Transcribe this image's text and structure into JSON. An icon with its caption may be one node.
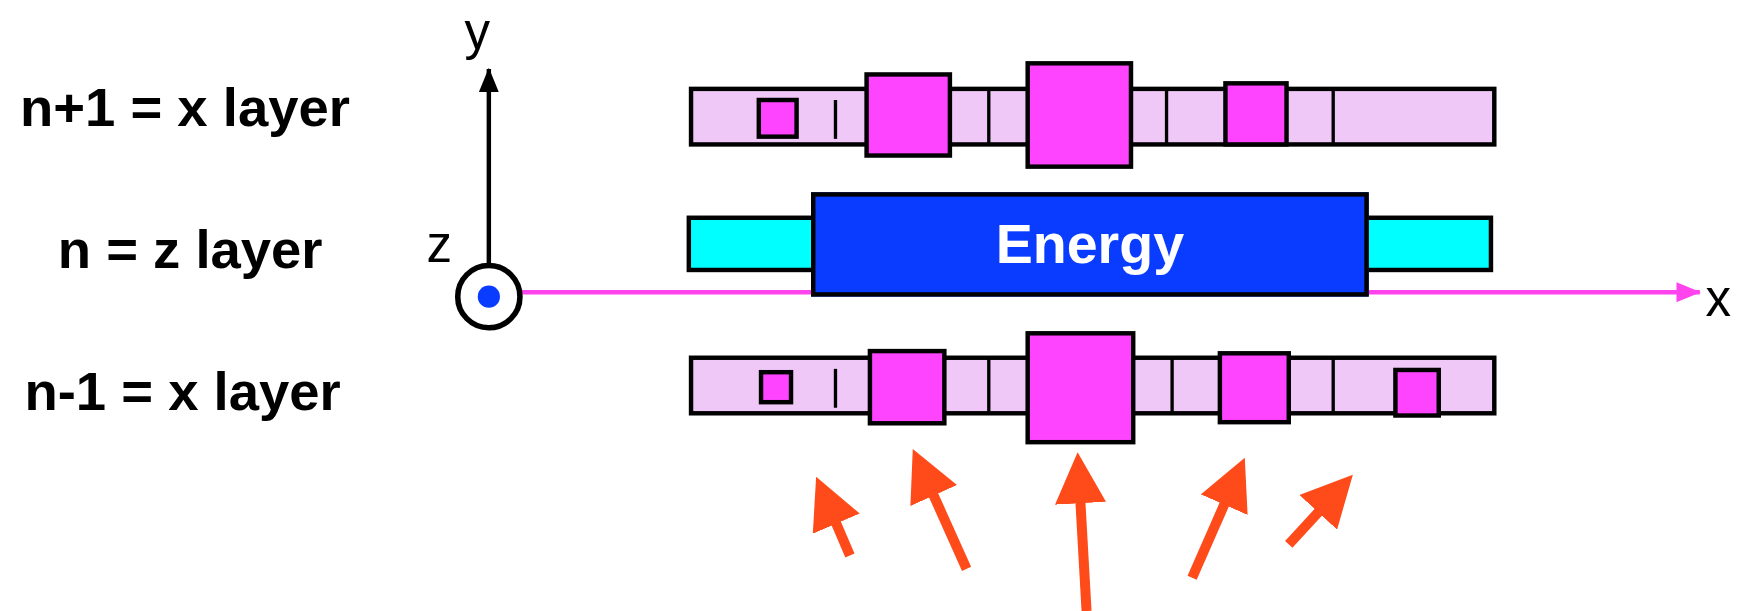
{
  "diagram": {
    "nodes": [
      {
        "text": [
          "Energy"
        ]
      }
    ],
    "edges": [],
    "labels": [
      "y",
      "n+1 = x layer",
      "n = z layer",
      "z",
      "x",
      "n-1 = x layer"
    ]
  }
}
